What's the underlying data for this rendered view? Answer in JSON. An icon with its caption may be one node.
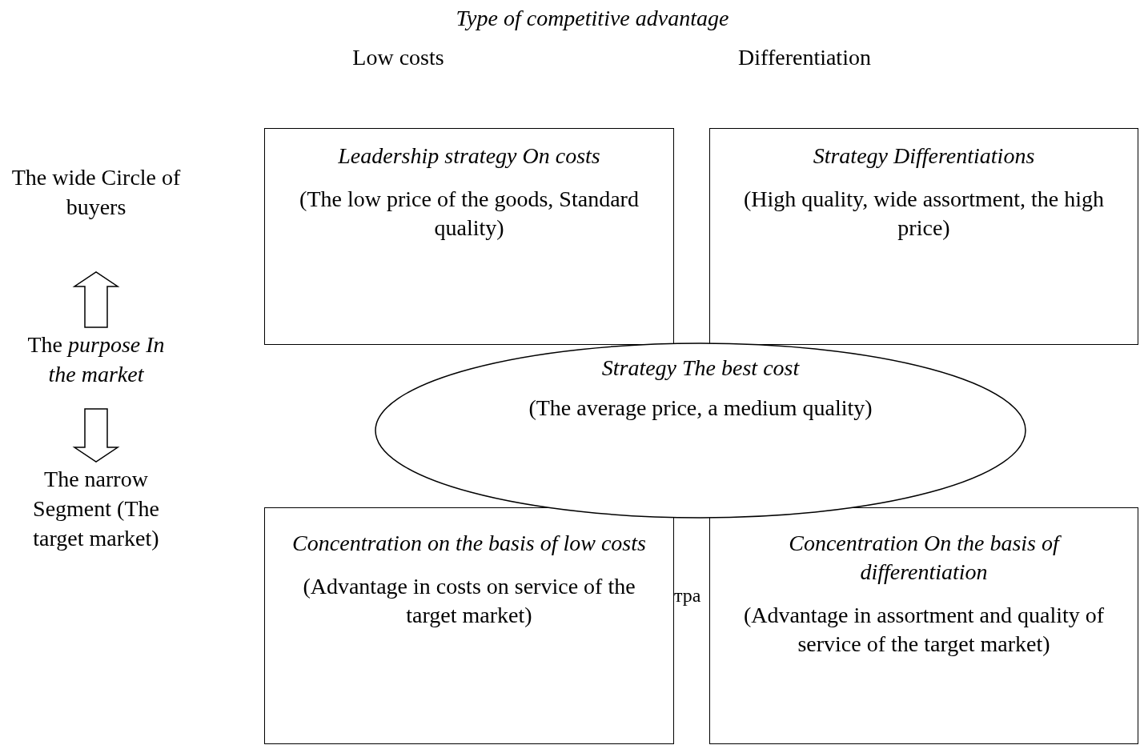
{
  "diagram": {
    "title": "Type of competitive advantage",
    "nodes": [
      {
        "text": [
          "Leadership strategy On costs",
          "(The low price of the goods, Standard quality)"
        ]
      },
      {
        "text": [
          "Strategy Differentiations",
          "(High quality, wide assortment, the high price)"
        ]
      },
      {
        "text": [
          "Concentration on the basis of low costs",
          "(Advantage in costs on service of the target market)"
        ]
      },
      {
        "text": [
          "Concentration On the basis of differentiation",
          "(Advantage in assortment and quality of service of the target market)"
        ]
      },
      {
        "text": [
          "*Strategy* The *best cost*",
          "(The average price, a medium quality)"
        ]
      },
      {
        "text": [
          "The wide Circle of buyers"
        ]
      },
      {
        "text": [
          "The *purpose In the market*"
        ]
      },
      {
        "text": [
          "The narrow Segment (The target market)"
        ]
      }
    ],
    "edges": [
      {
        "from": 6,
        "to": 5,
        "arrow": "to"
      },
      {
        "from": 6,
        "to": 7,
        "arrow": "to"
      }
    ],
    "labels": [
      "Low costs",
      "Differentiation",
      "тра"
    ]
  }
}
